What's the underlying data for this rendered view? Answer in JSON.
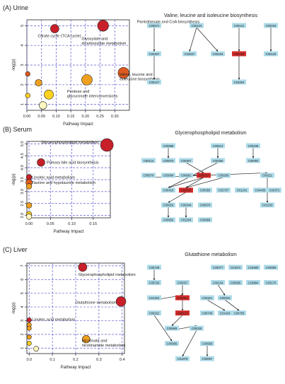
{
  "panels": [
    {
      "letter": "(A)",
      "tissue": "Urine",
      "network_title": "Valine, leucine and isoleucine biosynthesis"
    },
    {
      "letter": "(B)",
      "tissue": "Serum",
      "network_title": "Glycerophospholipid metabolism"
    },
    {
      "letter": "(C)",
      "tissue": "Liver",
      "network_title": "Glutathione metabolism"
    }
  ],
  "colors": {
    "grid": "#5a5acf",
    "node": "#aedcea",
    "node_hit": "#d42a2a",
    "bubble_scale": [
      "#fff7c0",
      "#ffd21f",
      "#f0a020",
      "#e05a20",
      "#c8202a"
    ]
  },
  "chart_data": [
    {
      "type": "scatter",
      "title": "",
      "xlabel": "Pathway Impact",
      "ylabel": "-log(p)",
      "xlim": [
        0,
        0.35
      ],
      "ylim": [
        0.7,
        5.3
      ],
      "xticks": [
        0.0,
        0.05,
        0.1,
        0.15,
        0.2,
        0.25,
        0.3
      ],
      "xtick_labels": [
        "0.00",
        "0.05",
        "0.10",
        "0.15",
        "0.20",
        "0.25",
        "0.30"
      ],
      "yticks": [
        1,
        2,
        3,
        4,
        5
      ],
      "ytick_labels": [
        "1",
        "2",
        "3",
        "4",
        "5"
      ],
      "grid": true,
      "points": [
        {
          "x": 0.26,
          "y": 5.0,
          "size": 1.0,
          "heat": 1.0,
          "label": "Pantothenate and CoA biosynthesis"
        },
        {
          "x": 0.095,
          "y": 4.85,
          "size": 0.7,
          "heat": 0.95,
          "label": "Glyoxylate and dicarboxylate metabolism"
        },
        {
          "x": 0.095,
          "y": 4.85,
          "size": 0.0,
          "heat": 0.95,
          "label": "Citrate cycle (TCA cycle)"
        },
        {
          "x": 0.33,
          "y": 2.6,
          "size": 1.0,
          "heat": 0.75,
          "label": "Valine, leucine and isoleucine biosynthesis"
        },
        {
          "x": 0.205,
          "y": 2.25,
          "size": 0.95,
          "heat": 0.5,
          "label": "Pentose and glucuronate interconversions"
        },
        {
          "x": 0.003,
          "y": 2.55,
          "size": 0.25,
          "heat": 0.75,
          "label": ""
        },
        {
          "x": 0.04,
          "y": 2.1,
          "size": 0.5,
          "heat": 0.5,
          "label": ""
        },
        {
          "x": 0.003,
          "y": 1.45,
          "size": 0.25,
          "heat": 0.3,
          "label": ""
        },
        {
          "x": 0.075,
          "y": 1.5,
          "size": 0.8,
          "heat": 0.35,
          "label": ""
        },
        {
          "x": 0.055,
          "y": 0.95,
          "size": 0.6,
          "heat": 0.05,
          "label": ""
        }
      ]
    },
    {
      "type": "scatter",
      "title": "",
      "xlabel": "Pathway Impact",
      "ylabel": "-log(p)",
      "xlim": [
        -0.005,
        0.19
      ],
      "ylim": [
        1.9,
        5.1
      ],
      "xticks": [
        0.0,
        0.05,
        0.1,
        0.15
      ],
      "xtick_labels": [
        "0.00",
        "0.05",
        "0.10",
        "0.15"
      ],
      "yticks": [
        2.0,
        2.5,
        3.0,
        3.5,
        4.0,
        4.5,
        5.0
      ],
      "ytick_labels": [
        "2.0",
        "2.5",
        "3.0",
        "3.5",
        "4.0",
        "4.5",
        "5.0"
      ],
      "grid": true,
      "points": [
        {
          "x": 0.182,
          "y": 4.95,
          "size": 1.2,
          "heat": 1.0,
          "label": "Glycerophospholipid metabolism"
        },
        {
          "x": 0.028,
          "y": 4.22,
          "size": 0.6,
          "heat": 1.0,
          "label": "Primary bile acid biosynthesis"
        },
        {
          "x": 0.0,
          "y": 3.6,
          "size": 0.35,
          "heat": 0.9,
          "label": "Linoleic acid metabolism"
        },
        {
          "x": 0.0,
          "y": 3.38,
          "size": 0.45,
          "heat": 0.75,
          "label": "Taurine and hypotaurine metabolism"
        },
        {
          "x": 0.0,
          "y": 3.22,
          "size": 0.35,
          "heat": 0.5,
          "label": ""
        },
        {
          "x": 0.0,
          "y": 2.42,
          "size": 0.35,
          "heat": 0.4,
          "label": ""
        },
        {
          "x": 0.0,
          "y": 2.05,
          "size": 0.35,
          "heat": 0.35,
          "label": ""
        },
        {
          "x": 0.0,
          "y": 1.95,
          "size": 0.35,
          "heat": 0.05,
          "label": ""
        }
      ]
    },
    {
      "type": "scatter",
      "title": "",
      "xlabel": "Pathway Impact",
      "ylabel": "-log(p)",
      "xlim": [
        -0.01,
        0.41
      ],
      "ylim": [
        0.6,
        7.2
      ],
      "xticks": [
        0.0,
        0.1,
        0.2,
        0.3,
        0.4
      ],
      "xtick_labels": [
        "0.0",
        "0.1",
        "0.2",
        "0.3",
        "0.4"
      ],
      "yticks": [
        1,
        2,
        3,
        4,
        5,
        6,
        7
      ],
      "ytick_labels": [
        "1",
        "2",
        "3",
        "4",
        "5",
        "6",
        "7"
      ],
      "grid": true,
      "points": [
        {
          "x": 0.23,
          "y": 6.9,
          "size": 0.7,
          "heat": 1.0,
          "label": "Glycerophospholipid metabolism"
        },
        {
          "x": 0.395,
          "y": 4.4,
          "size": 0.85,
          "heat": 1.0,
          "label": "Glutathione metabolism"
        },
        {
          "x": 0.0,
          "y": 3.05,
          "size": 0.22,
          "heat": 0.95,
          "label": "Linoleic acid metabolism"
        },
        {
          "x": 0.0,
          "y": 2.7,
          "size": 0.22,
          "heat": 0.6,
          "label": ""
        },
        {
          "x": 0.0,
          "y": 2.45,
          "size": 0.22,
          "heat": 0.5,
          "label": ""
        },
        {
          "x": 0.0,
          "y": 1.8,
          "size": 0.22,
          "heat": 0.45,
          "label": ""
        },
        {
          "x": 0.0,
          "y": 1.35,
          "size": 0.22,
          "heat": 0.3,
          "label": ""
        },
        {
          "x": 0.03,
          "y": 0.95,
          "size": 0.3,
          "heat": 0.0,
          "label": ""
        },
        {
          "x": 0.245,
          "y": 1.65,
          "size": 0.6,
          "heat": 0.6,
          "label": "Nicotinate and nicotinamide metabolism"
        }
      ]
    }
  ],
  "networks": [
    {
      "nodes": [
        {
          "id": "C00671",
          "hit": false
        },
        {
          "id": "C00123",
          "hit": false
        },
        {
          "id": "C00141",
          "hit": false
        },
        {
          "id": "C00233",
          "hit": false
        },
        {
          "id": "C00407",
          "hit": false
        },
        {
          "id": "C02847",
          "hit": false
        },
        {
          "id": "C00233b",
          "label": "C00233",
          "hit": false
        },
        {
          "id": "C00183",
          "hit": true
        },
        {
          "id": "C00125",
          "hit": false
        },
        {
          "id": "C00127",
          "hit": false
        },
        {
          "id": "C02054",
          "hit": false
        }
      ],
      "edges": [
        [
          "C00671",
          "C00407"
        ],
        [
          "C00123",
          "C02847"
        ],
        [
          "C00123",
          "C00233b"
        ],
        [
          "C00141",
          "C00183"
        ],
        [
          "C00233",
          "C00125"
        ],
        [
          "C00407",
          "C00127"
        ],
        [
          "C00183",
          "C02054"
        ]
      ]
    },
    {
      "nodes": [
        {
          "id": "C00588",
          "hit": false
        },
        {
          "id": "C00513",
          "hit": false
        },
        {
          "id": "C00346",
          "hit": false
        },
        {
          "id": "C00114",
          "hit": false
        },
        {
          "id": "C00670",
          "hit": false
        },
        {
          "id": "C00307",
          "hit": false
        },
        {
          "id": "C00350",
          "hit": false
        },
        {
          "id": "C00093",
          "hit": false
        },
        {
          "id": "C00570",
          "hit": false
        },
        {
          "id": "C03090",
          "hit": false
        },
        {
          "id": "C00681",
          "hit": false
        },
        {
          "id": "C00157",
          "hit": true
        },
        {
          "id": "C00269",
          "hit": false
        },
        {
          "id": "C00111",
          "hit": false
        },
        {
          "id": "C00416",
          "hit": false
        },
        {
          "id": "C04230",
          "hit": true
        },
        {
          "id": "C00350b",
          "label": "C00350",
          "hit": false
        },
        {
          "id": "C02737",
          "hit": false
        },
        {
          "id": "C01241",
          "hit": false
        },
        {
          "id": "C04438",
          "hit": false
        },
        {
          "id": "C03873",
          "hit": false
        },
        {
          "id": "C03372",
          "hit": false
        },
        {
          "id": "C01233",
          "hit": false
        },
        {
          "id": "C00029",
          "hit": false
        },
        {
          "id": "C00344",
          "hit": false
        },
        {
          "id": "C00670b",
          "label": "C00670",
          "hit": false
        },
        {
          "id": "C00682",
          "hit": false
        },
        {
          "id": "C01194",
          "hit": false
        },
        {
          "id": "C00969",
          "hit": false
        }
      ],
      "edges": [
        [
          "C00588",
          "C00670"
        ],
        [
          "C00513",
          "C00350"
        ],
        [
          "C00346",
          "C00093"
        ],
        [
          "C00307",
          "C00157"
        ],
        [
          "C00681",
          "C00157"
        ],
        [
          "C00157",
          "C00416"
        ],
        [
          "C00157",
          "C04230"
        ],
        [
          "C00350",
          "C00416"
        ],
        [
          "C04230",
          "C00029"
        ],
        [
          "C00029",
          "C00682"
        ],
        [
          "C00344",
          "C01194"
        ],
        [
          "C00111",
          "C01233"
        ],
        [
          "C00570",
          "C00111"
        ],
        [
          "C00269",
          "C04230"
        ]
      ]
    },
    {
      "nodes": [
        {
          "id": "C05729",
          "hit": false
        },
        {
          "id": "C00077",
          "hit": false
        },
        {
          "id": "C01672",
          "hit": false
        },
        {
          "id": "C16680",
          "hit": false
        },
        {
          "id": "C00080",
          "hit": false
        },
        {
          "id": "C05726",
          "hit": false
        },
        {
          "id": "C00037",
          "hit": false
        },
        {
          "id": "C00134",
          "hit": false
        },
        {
          "id": "C05665",
          "hit": false
        },
        {
          "id": "C16884",
          "hit": false
        },
        {
          "id": "C03170",
          "hit": false
        },
        {
          "id": "C01322",
          "hit": false
        },
        {
          "id": "C00051",
          "hit": true
        },
        {
          "id": "C00151",
          "hit": false
        },
        {
          "id": "C00315",
          "hit": false
        },
        {
          "id": "C00322",
          "hit": false
        },
        {
          "id": "C00127",
          "hit": true
        },
        {
          "id": "C00749",
          "hit": false
        },
        {
          "id": "C01419",
          "hit": false
        },
        {
          "id": "C00750",
          "hit": false
        },
        {
          "id": "C00669",
          "hit": false
        },
        {
          "id": "C00025",
          "hit": false
        },
        {
          "id": "C00905",
          "hit": false
        },
        {
          "id": "C00669b",
          "label": "C00669",
          "hit": false
        },
        {
          "id": "C01879",
          "hit": false
        },
        {
          "id": "C00097",
          "hit": false
        }
      ],
      "edges": [
        [
          "C05729",
          "C05726"
        ],
        [
          "C00037",
          "C00051"
        ],
        [
          "C01322",
          "C00051"
        ],
        [
          "C00051",
          "C00127"
        ],
        [
          "C00127",
          "C00669"
        ],
        [
          "C00669",
          "C00025"
        ],
        [
          "C00025",
          "C01879"
        ],
        [
          "C00134",
          "C00315"
        ],
        [
          "C00315",
          "C00750"
        ],
        [
          "C00151",
          "C01419"
        ],
        [
          "C00669b",
          "C00097"
        ],
        [
          "C00322",
          "C00905"
        ]
      ]
    }
  ]
}
